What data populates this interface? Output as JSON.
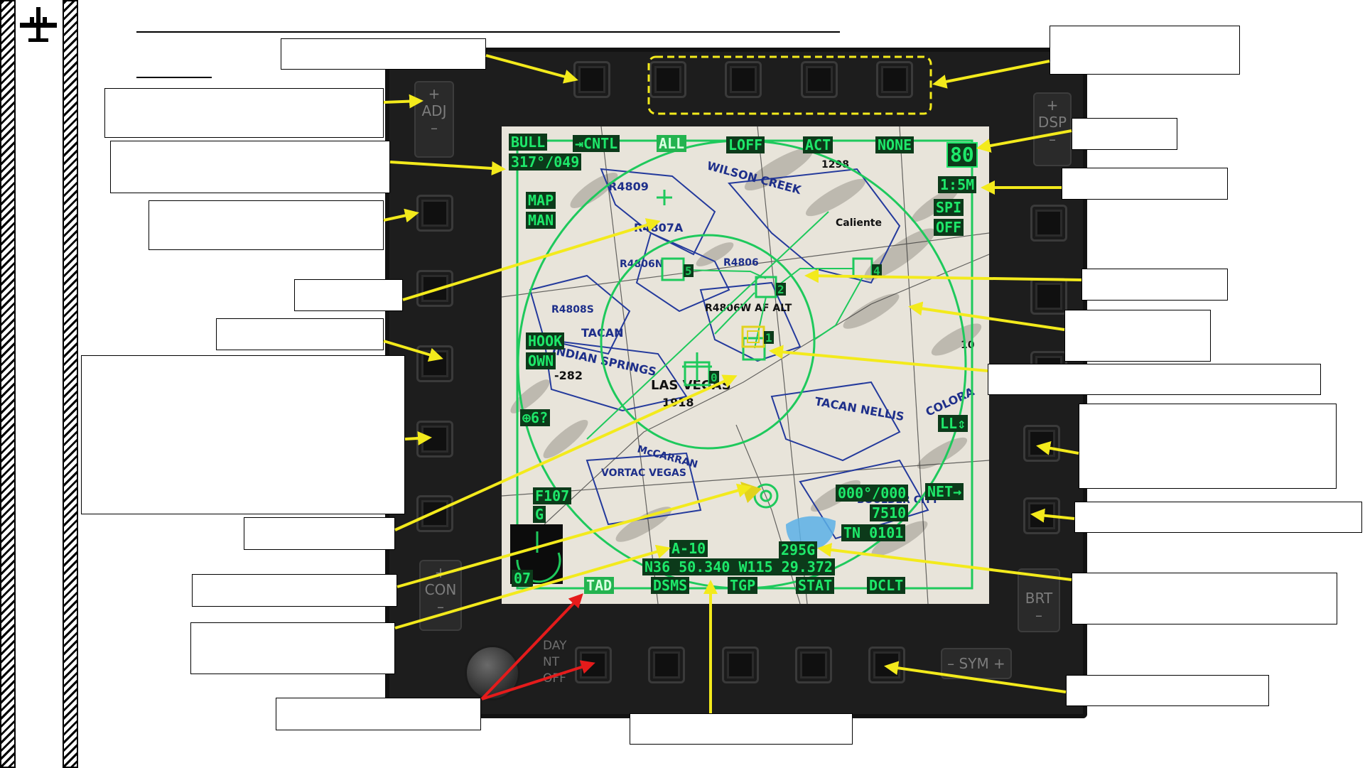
{
  "mfcd": {
    "top_osb_labels": [
      "LOFF",
      "ACT",
      "NONE"
    ],
    "bull": {
      "label": "BULL",
      "value": "317°/049"
    },
    "cntl": "⇥CNTL",
    "all": "ALL",
    "range": "80",
    "scale": "1:5M",
    "spi": [
      "SPI",
      "OFF"
    ],
    "map": [
      "MAP",
      "MAN"
    ],
    "hook": [
      "HOOK",
      "OWN"
    ],
    "filter": "⊕6?",
    "ll": "LL⇕",
    "net": "NET→",
    "ownship_data": [
      "000°/000",
      "7510",
      "TN 0101"
    ],
    "flight": [
      "F107",
      "G"
    ],
    "heading_bottom": "07",
    "callsign": "A-10",
    "coords": "N36 50.340 W115 29.372",
    "speed": "295G",
    "bottom_tabs": [
      "TAD",
      "DSMS",
      "TGP",
      "STAT",
      "DCLT"
    ],
    "rocker_adj": {
      "plus": "+",
      "label": "ADJ",
      "minus": "–"
    },
    "rocker_dsp": {
      "plus": "+",
      "label": "DSP",
      "minus": "–"
    },
    "rocker_con": {
      "plus": "+",
      "label": "CON",
      "minus": "–"
    },
    "rocker_brt": {
      "label": "BRT",
      "minus": "–"
    },
    "rocker_sym": "– SYM +",
    "day_nt_off": [
      "DAY",
      "NT",
      "OFF"
    ],
    "track_numbers": [
      "5",
      "2",
      "4",
      "1",
      "0"
    ],
    "map_text": [
      "WILSON CREEK",
      "R4809",
      "R4807A",
      "R4806N",
      "R4806",
      "R4808S",
      "TACAN",
      "INDIAN SPRINGS",
      "-282",
      "LAS VEGAS",
      "1918",
      "TACAN NELLIS",
      "COLORA",
      "McCARRAN",
      "VORTAC VEGAS",
      "BOULDER CITY",
      "R4806W AF ALT",
      "Caliente",
      "1298",
      "10"
    ]
  },
  "colors": {
    "symbology": "#1ee86a",
    "label_bg": "#0c3a1a",
    "callout_arrow": "#f3ea1c",
    "red_arrow": "#e51b1b"
  }
}
